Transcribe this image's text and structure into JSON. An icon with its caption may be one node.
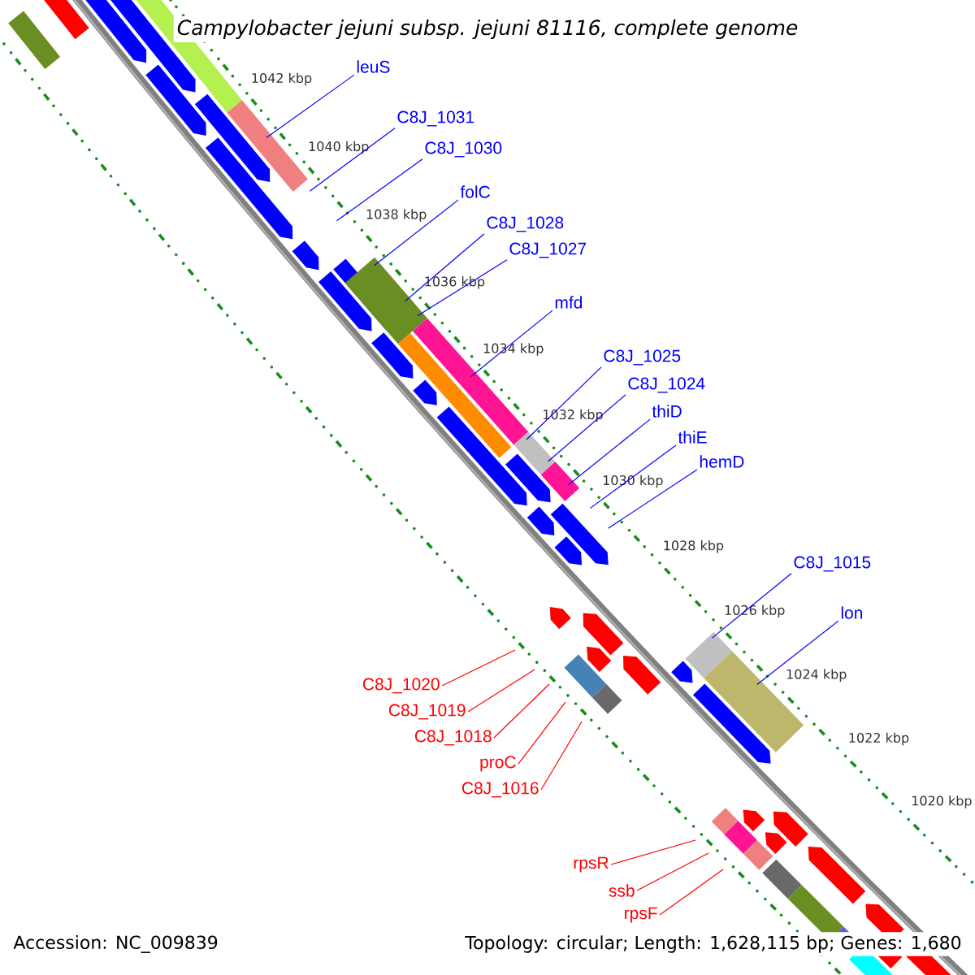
{
  "diagram": {
    "title": "Campylobacter jejuni subsp. jejuni 81116, complete genome",
    "nodes": [
      {
        "text": [
          "leuS"
        ]
      },
      {
        "text": [
          "C8J_1031"
        ]
      },
      {
        "text": [
          "C8J_1030"
        ]
      },
      {
        "text": [
          "folC"
        ]
      },
      {
        "text": [
          "C8J_1028"
        ]
      },
      {
        "text": [
          "C8J_1027"
        ]
      },
      {
        "text": [
          "mfd"
        ]
      },
      {
        "text": [
          "C8J_1025"
        ]
      },
      {
        "text": [
          "C8J_1024"
        ]
      },
      {
        "text": [
          "thiD"
        ]
      },
      {
        "text": [
          "thiE"
        ]
      },
      {
        "text": [
          "hemD"
        ]
      },
      {
        "text": [
          "C8J_1015"
        ]
      },
      {
        "text": [
          "lon"
        ]
      },
      {
        "text": [
          "C8J_1020"
        ]
      },
      {
        "text": [
          "C8J_1019"
        ]
      },
      {
        "text": [
          "C8J_1018"
        ]
      },
      {
        "text": [
          "proC"
        ]
      },
      {
        "text": [
          "C8J_1016"
        ]
      },
      {
        "text": [
          "rpsR"
        ]
      },
      {
        "text": [
          "ssb"
        ]
      },
      {
        "text": [
          "rpsF"
        ]
      }
    ],
    "edges": [
      {
        "from": 0,
        "to": null,
        "arrow": "none"
      },
      {
        "from": 1,
        "to": null,
        "arrow": "none"
      },
      {
        "from": 2,
        "to": null,
        "arrow": "none"
      },
      {
        "from": 3,
        "to": null,
        "arrow": "none"
      },
      {
        "from": 4,
        "to": null,
        "arrow": "none"
      },
      {
        "from": 5,
        "to": null,
        "arrow": "none"
      },
      {
        "from": 6,
        "to": null,
        "arrow": "none"
      },
      {
        "from": 7,
        "to": null,
        "arrow": "none"
      },
      {
        "from": 8,
        "to": null,
        "arrow": "none"
      },
      {
        "from": 9,
        "to": null,
        "arrow": "none"
      },
      {
        "from": 10,
        "to": null,
        "arrow": "none"
      },
      {
        "from": 11,
        "to": null,
        "arrow": "none"
      },
      {
        "from": 12,
        "to": null,
        "arrow": "none"
      },
      {
        "from": 13,
        "to": null,
        "arrow": "none"
      },
      {
        "from": 14,
        "to": null,
        "arrow": "none",
        "color": "#ff0000"
      },
      {
        "from": 15,
        "to": null,
        "arrow": "none",
        "color": "#ff0000"
      },
      {
        "from": 16,
        "to": null,
        "arrow": "none",
        "color": "#ff0000"
      },
      {
        "from": 17,
        "to": null,
        "arrow": "none",
        "color": "#ff0000"
      },
      {
        "from": 18,
        "to": null,
        "arrow": "none",
        "color": "#ff0000"
      },
      {
        "from": 19,
        "to": null,
        "arrow": "none",
        "color": "#ff0000"
      },
      {
        "from": 20,
        "to": null,
        "arrow": "none",
        "color": "#ff0000"
      },
      {
        "from": 21,
        "to": null,
        "arrow": "none",
        "color": "#ff0000"
      }
    ],
    "labels": [
      "1042 kbp",
      "1040 kbp",
      "1038 kbp",
      "1036 kbp",
      "1034 kbp",
      "1032 kbp",
      "1030 kbp",
      "1028 kbp",
      "1026 kbp",
      "1024 kbp",
      "1022 kbp",
      "1020 kbp",
      "Accession: NC_009839",
      "Topology: circular; Length: 1,628,115 bp; Genes: 1,680"
    ]
  }
}
